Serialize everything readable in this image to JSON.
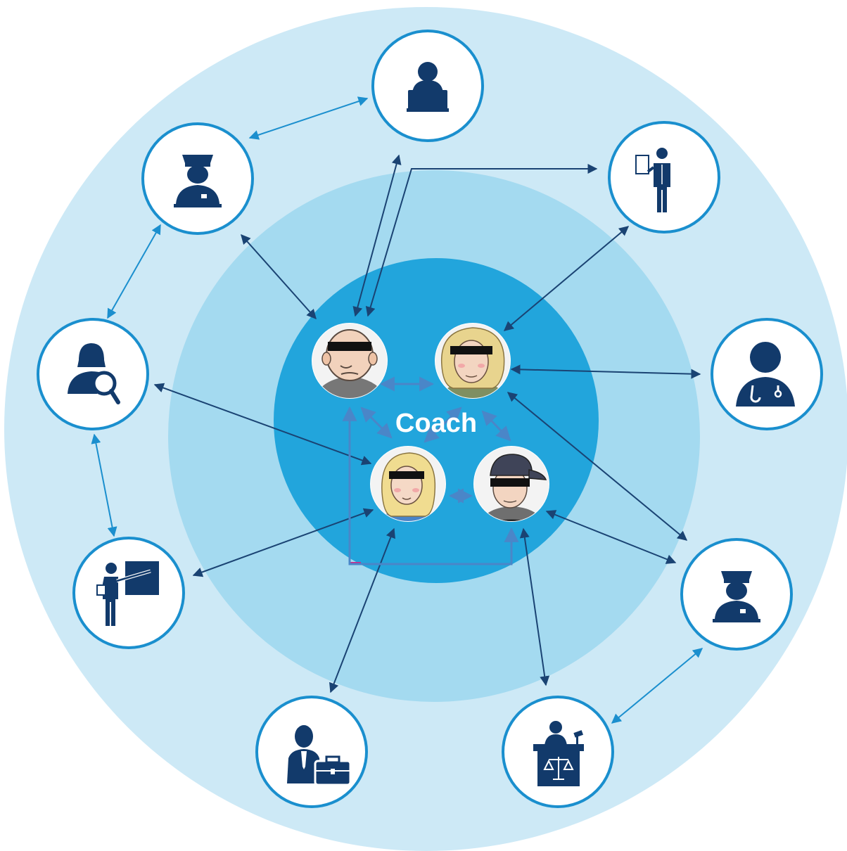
{
  "center_label": "Coach",
  "colors": {
    "outer_ring": "#cde9f6",
    "middle_ring": "#a4daf0",
    "inner_ring": "#22a5dc",
    "node_border": "#1a8fce",
    "icon": "#123a6b",
    "arrow_dark": "#1a4373",
    "arrow_light": "#1b8fce",
    "arrow_inner": "#4a86c8",
    "accent_magenta": "#d0288a"
  },
  "outer_nodes": [
    {
      "id": "laptop-user",
      "icon": "laptop-user-icon"
    },
    {
      "id": "police-officer-top",
      "icon": "police-officer-icon"
    },
    {
      "id": "presenter-clipboard",
      "icon": "presenter-clipboard-icon"
    },
    {
      "id": "investigator",
      "icon": "investigator-magnifier-icon"
    },
    {
      "id": "doctor",
      "icon": "doctor-stethoscope-icon"
    },
    {
      "id": "teacher",
      "icon": "teacher-board-icon"
    },
    {
      "id": "police-officer-bottom",
      "icon": "police-officer-icon"
    },
    {
      "id": "business-worker",
      "icon": "businessman-briefcase-icon"
    },
    {
      "id": "judge",
      "icon": "judge-gavel-icon"
    }
  ],
  "inner_people": [
    {
      "id": "bald-man",
      "icon": "bald-man-avatar-icon"
    },
    {
      "id": "older-woman",
      "icon": "older-woman-avatar-icon"
    },
    {
      "id": "young-woman",
      "icon": "young-woman-avatar-icon"
    },
    {
      "id": "youth-cap",
      "icon": "youth-cap-avatar-icon"
    }
  ]
}
